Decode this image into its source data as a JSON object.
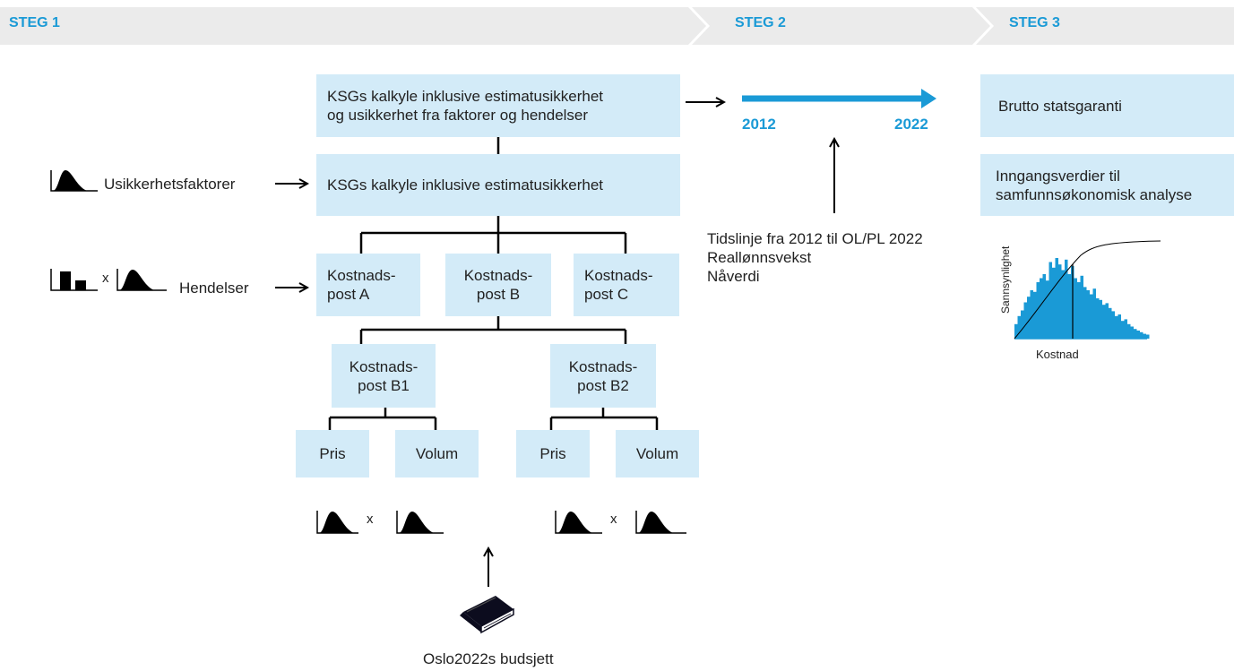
{
  "steps": {
    "step1": "STEG 1",
    "step2": "STEG 2",
    "step3": "STEG 3"
  },
  "colors": {
    "accent": "#1a9ad6",
    "box_fill": "#d3ebf8",
    "bar_bg": "#ebebeb"
  },
  "boxes": {
    "top": "KSGs kalkyle inklusive estimatusikkerhet\nog usikkerhet fra faktorer og hendelser",
    "mid": "KSGs kalkyle inklusive estimatusikkerhet",
    "cost_a": "Kostnads-\npost A",
    "cost_b": "Kostnads-\npost B",
    "cost_c": "Kostnads-\npost C",
    "cost_b1": "Kostnads-\npost B1",
    "cost_b2": "Kostnads-\npost B2",
    "price_1": "Pris",
    "volume_1": "Volum",
    "price_2": "Pris",
    "volume_2": "Volum"
  },
  "inputs": {
    "factors_label": "Usikkerhetsfaktorer",
    "events_label": "Hendelser",
    "multiply": "x",
    "budget_label": "Oslo2022s budsjett",
    "budget_icon": "book-icon",
    "distribution_icon": "distribution-curve-icon",
    "bar_icon": "bar-chart-icon"
  },
  "timeline": {
    "start_year": "2012",
    "end_year": "2022",
    "notes": "Tidslinje fra 2012 til OL/PL 2022\nReallønnsvekst\nNåverdi"
  },
  "results": {
    "gross_guarantee": "Brutto statsgaranti",
    "analysis_inputs": "Inngangsverdier til\nsamfunnsøkonomisk analyse",
    "chart_ylabel": "Sannsynlighet",
    "chart_xlabel": "Kostnad"
  }
}
